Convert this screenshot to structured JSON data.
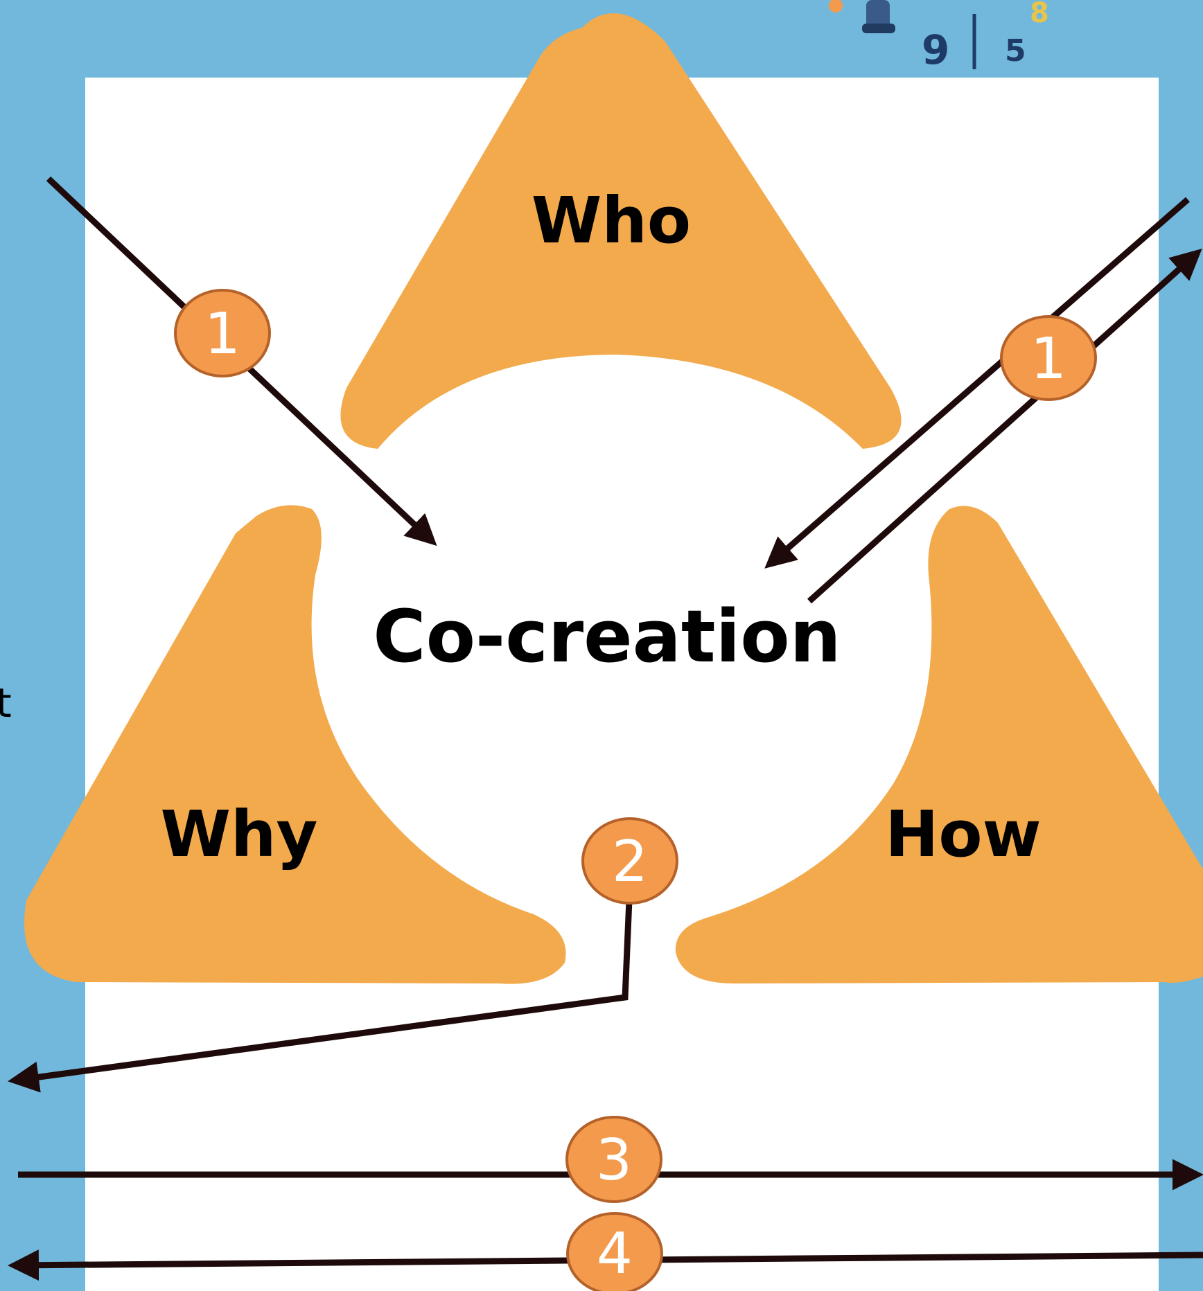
{
  "colors": {
    "frame_blue": "#72b8dc",
    "petal_orange": "#f2aa4c",
    "badge_orange": "#f39a4d",
    "badge_border": "#b5622a",
    "arrow": "#1e0a0a"
  },
  "labels": {
    "who": "Who",
    "why": "Why",
    "how": "How",
    "center": "Co-creation"
  },
  "badges": {
    "b1_left": "1",
    "b1_right": "1",
    "b2": "2",
    "b3": "3",
    "b4": "4"
  },
  "edge_fragment": "t"
}
